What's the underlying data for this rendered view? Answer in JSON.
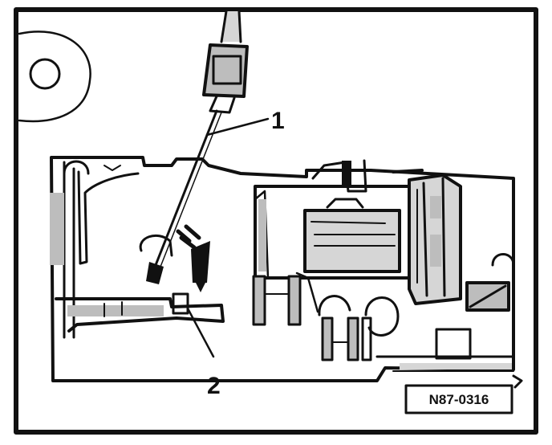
{
  "callouts": [
    {
      "label": "1"
    },
    {
      "label": "2"
    }
  ],
  "reference_code": "N87-0316",
  "colors": {
    "ink": "#111111",
    "paper": "#ffffff",
    "shade": "#bdbdbd"
  }
}
